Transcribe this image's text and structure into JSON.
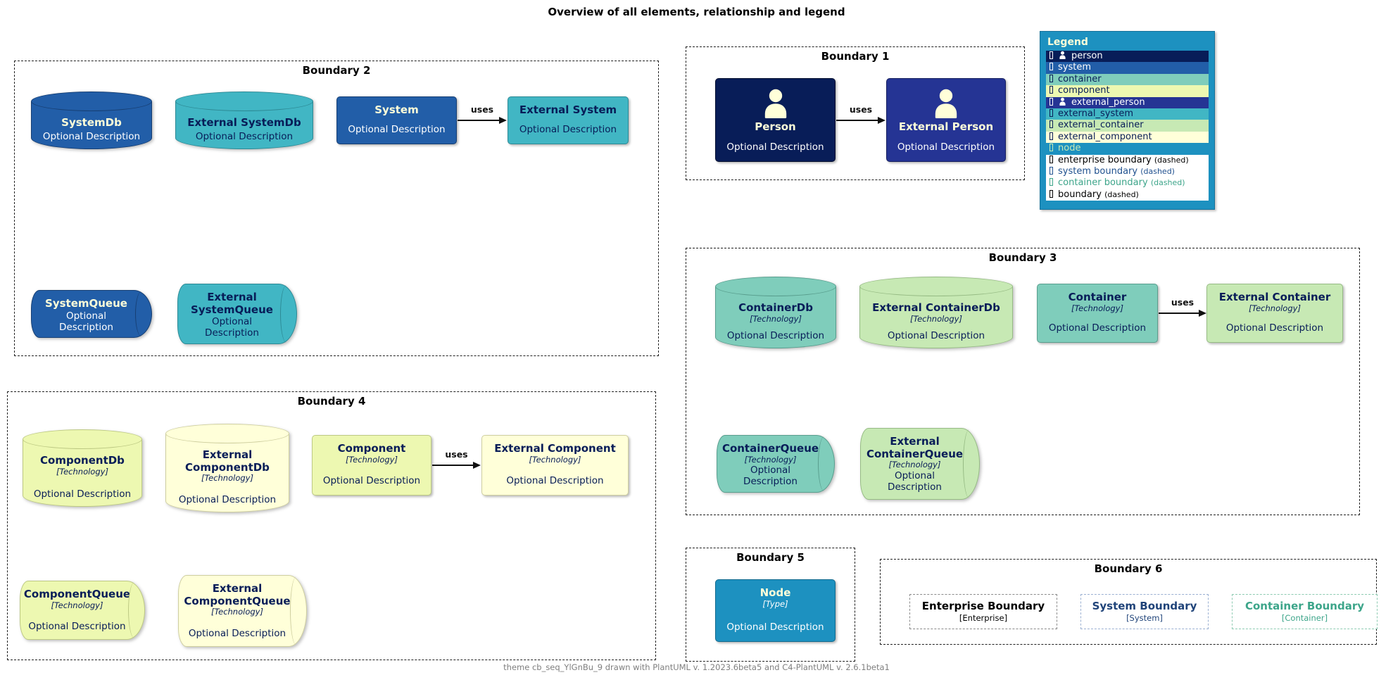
{
  "title": "Overview of all elements, relationship and legend",
  "footer": "theme cb_seq_YlGnBu_9 drawn with PlantUML v. 1.2023.6beta5 and C4-PlantUML v. 2.6.1beta1",
  "boundaries": {
    "b1": "Boundary 1",
    "b2": "Boundary 2",
    "b3": "Boundary 3",
    "b4": "Boundary 4",
    "b5": "Boundary 5",
    "b6": "Boundary 6"
  },
  "elements": {
    "systemdb": {
      "title": "SystemDb",
      "desc": "Optional Description"
    },
    "external_systemdb": {
      "title": "External SystemDb",
      "desc": "Optional Description"
    },
    "system": {
      "title": "System",
      "desc": "Optional Description"
    },
    "external_system": {
      "title": "External System",
      "desc": "Optional Description"
    },
    "systemqueue": {
      "title": "SystemQueue",
      "desc": "Optional Description"
    },
    "external_systemqueue": {
      "title": "External SystemQueue",
      "desc": "Optional Description"
    },
    "person": {
      "title": "Person",
      "desc": "Optional Description"
    },
    "external_person": {
      "title": "External Person",
      "desc": "Optional Description"
    },
    "containerdb": {
      "title": "ContainerDb",
      "tech": "[Technology]",
      "desc": "Optional Description"
    },
    "external_containerdb": {
      "title": "External ContainerDb",
      "tech": "[Technology]",
      "desc": "Optional Description"
    },
    "container": {
      "title": "Container",
      "tech": "[Technology]",
      "desc": "Optional Description"
    },
    "external_container": {
      "title": "External Container",
      "tech": "[Technology]",
      "desc": "Optional Description"
    },
    "containerqueue": {
      "title": "ContainerQueue",
      "tech": "[Technology]",
      "desc": "Optional Description"
    },
    "external_containerqueue": {
      "title": "External ContainerQueue",
      "tech": "[Technology]",
      "desc": "Optional Description"
    },
    "componentdb": {
      "title": "ComponentDb",
      "tech": "[Technology]",
      "desc": "Optional Description"
    },
    "external_componentdb": {
      "title": "External ComponentDb",
      "tech": "[Technology]",
      "desc": "Optional Description"
    },
    "component": {
      "title": "Component",
      "tech": "[Technology]",
      "desc": "Optional Description"
    },
    "external_component": {
      "title": "External Component",
      "tech": "[Technology]",
      "desc": "Optional Description"
    },
    "componentqueue": {
      "title": "ComponentQueue",
      "tech": "[Technology]",
      "desc": "Optional Description"
    },
    "external_componentqueue": {
      "title": "External ComponentQueue",
      "tech": "[Technology]",
      "desc": "Optional Description"
    },
    "node": {
      "title": "Node",
      "tech": "[Type]",
      "desc": "Optional Description"
    }
  },
  "relations": {
    "r1": "uses",
    "r2": "uses",
    "r3": "uses",
    "r4": "uses"
  },
  "boundary_boxes": {
    "enterprise": {
      "title": "Enterprise Boundary",
      "type": "[Enterprise]"
    },
    "system": {
      "title": "System Boundary",
      "type": "[System]"
    },
    "container": {
      "title": "Container Boundary",
      "type": "[Container]"
    }
  },
  "legend": {
    "title": "Legend",
    "rows": [
      {
        "label": "person",
        "suffix": "",
        "css": "background:#081d58;color:#ffffff"
      },
      {
        "label": "system",
        "suffix": "",
        "css": "background:#225ea8;color:#ffffff"
      },
      {
        "label": "container",
        "suffix": "",
        "css": "background:#7fcdbb;color:#081d58"
      },
      {
        "label": "component",
        "suffix": "",
        "css": "background:#edf8b1;color:#081d58"
      },
      {
        "label": "external_person",
        "suffix": "",
        "css": "background:#253494;color:#ffffff"
      },
      {
        "label": "external_system",
        "suffix": "",
        "css": "background:#41b6c4;color:#081d58"
      },
      {
        "label": "external_container",
        "suffix": "",
        "css": "background:#c7e9b4;color:#081d58"
      },
      {
        "label": "external_component",
        "suffix": "",
        "css": "background:#ffffd9;color:#081d58"
      },
      {
        "label": "node",
        "suffix": "",
        "css": "background:#1d91c0;color:#c7e9b4"
      },
      {
        "label": "enterprise boundary",
        "suffix": "(dashed)",
        "css": "background:#ffffff;color:#000000"
      },
      {
        "label": "system boundary",
        "suffix": "(dashed)",
        "css": "background:#ffffff;color:#20518f"
      },
      {
        "label": "container boundary",
        "suffix": "(dashed)",
        "css": "background:#ffffff;color:#3da58a"
      },
      {
        "label": "boundary",
        "suffix": "(dashed)",
        "css": "background:#ffffff;color:#000000"
      }
    ]
  },
  "palette": {
    "person": "#081d58",
    "external_person": "#253494",
    "system": "#225ea8",
    "external_system": "#41b6c4",
    "container": "#7fcdbb",
    "external_container": "#c7e9b4",
    "component": "#edf8b1",
    "external_component": "#ffffd9",
    "node": "#1d91c0",
    "legend_background": "#1d91c0",
    "title_on_dark": "#ffffd9",
    "text_on_light": "#081d58",
    "system_boundary_text": "#1f4379",
    "container_boundary_text": "#3da58a"
  }
}
